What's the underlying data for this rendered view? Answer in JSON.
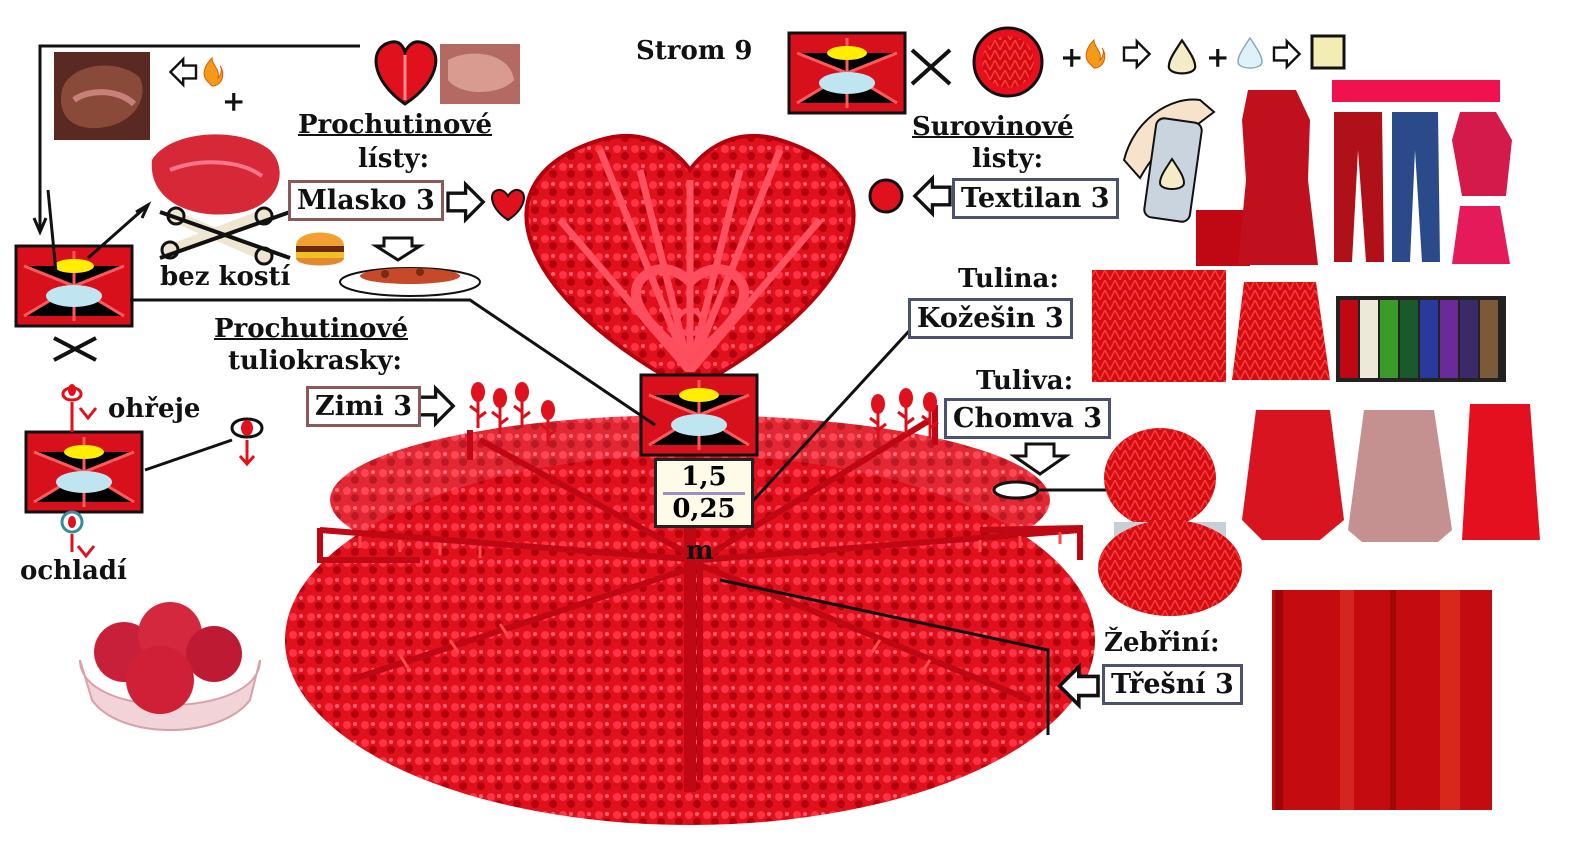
{
  "title": "Strom 9",
  "labels": {
    "prochutinove_listy_1": "Prochutinové",
    "prochutinove_listy_2": "lísty:",
    "mlasko": "Mlasko 3",
    "bez_kosti": "bez kostí",
    "prochutinove_tulio_1": "Prochutinové",
    "prochutinove_tulio_2": "tuliokrasky:",
    "zimi": "Zimi 3",
    "ohreje": "ohřeje",
    "ochladi": "ochladí",
    "surovinove_1": "Surovinové",
    "surovinove_2": "listy:",
    "textilan": "Textilan 3",
    "tulina": "Tulina:",
    "kozesin": "Kožešin 3",
    "tuliva": "Tuliva:",
    "chomva": "Chomva 3",
    "zebrini": "Žebřiní:",
    "tresni": "Třešní 3"
  },
  "sign": {
    "top": "1,5",
    "bottom": "0,25",
    "unit": "m"
  },
  "symbols": {
    "plus": "+",
    "times": "✕"
  },
  "colors": {
    "accent_red": "#e0101c",
    "dark_red": "#a0000c",
    "pink": "#ff1a55",
    "outline": "#5a4a55"
  }
}
